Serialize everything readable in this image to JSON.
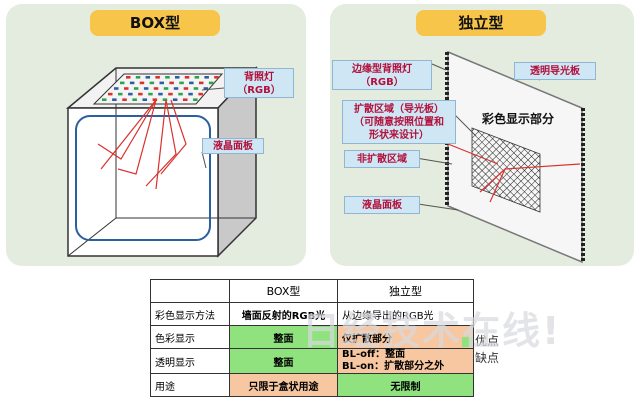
{
  "left_panel": {
    "title": "BOX型",
    "backlight_label": "背照灯\n（RGB）",
    "lcd_label": "液晶面板"
  },
  "right_panel": {
    "title": "独立型",
    "edge_backlight_label": "边缘型背照灯\n（RGB）",
    "light_guide_label": "透明导光板",
    "diffuse_area_label": "扩散区域（导光板）\n（可随意按照位置和\n形状来设计）",
    "color_display_label": "彩色显示部分",
    "non_diffuse_label": "非扩散区域",
    "lcd_label": "液晶面板"
  },
  "table": {
    "headers": [
      "",
      "BOX型",
      "独立型"
    ],
    "rows": [
      {
        "label": "彩色显示方法",
        "box": "墙面反射的RGB光",
        "standalone": "从边缘导出的RGB光",
        "box_class": "",
        "standalone_class": ""
      },
      {
        "label": "色彩显示",
        "box": "整面",
        "standalone": "仅扩散部分",
        "box_class": "good",
        "standalone_class": "bad"
      },
      {
        "label": "透明显示",
        "box": "整面",
        "standalone": "BL-off：整面\nBL-on：扩散部分之外",
        "box_class": "good",
        "standalone_class": "bad"
      },
      {
        "label": "用途",
        "box": "只限于盒状用途",
        "standalone": "无限制",
        "box_class": "bad",
        "standalone_class": "good"
      }
    ]
  },
  "legend": {
    "items": [
      {
        "label": "优点",
        "color": "#8fe27e"
      },
      {
        "label": "缺点",
        "color": "#f6c7a0"
      }
    ]
  },
  "watermark": "日经技术在线!",
  "colors": {
    "panel_bg": "#e3ecdf",
    "title_pill": "#f7c54a",
    "callout_bg": "#cfe6f4",
    "callout_text": "#b2103b",
    "good": "#8fe27e",
    "bad": "#f6c7a0",
    "arrow": "#d9322c"
  }
}
